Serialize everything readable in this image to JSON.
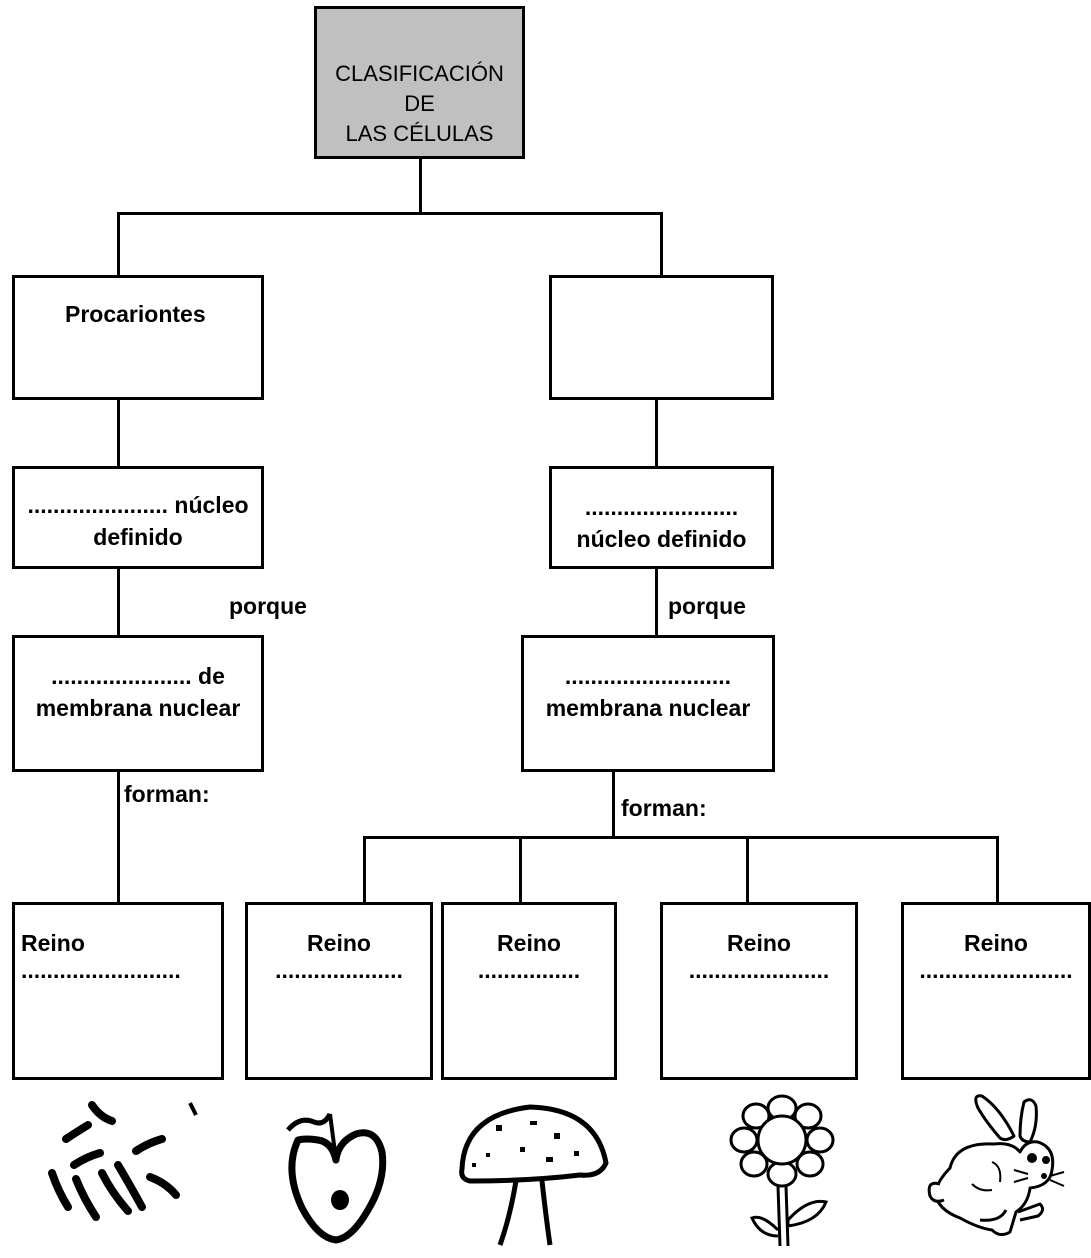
{
  "title": {
    "line1": "CLASIFICACIÓN DE",
    "line2": "LAS CÉLULAS",
    "fill": "#c0c0c0"
  },
  "left_branch": {
    "type_label": "Procariontes",
    "nucleus_line1": "...................... núcleo",
    "nucleus_line2": "definido",
    "membrane_line1": "...................... de",
    "membrane_line2": "membrana nuclear"
  },
  "right_branch": {
    "type_label": "",
    "nucleus_line1": "........................",
    "nucleus_line2": "núcleo definido",
    "membrane_line1": "..........................",
    "membrane_line2": "membrana nuclear"
  },
  "connectors": {
    "porque": "porque",
    "forman": "forman:"
  },
  "kingdoms": [
    {
      "label": "Reino",
      "blank": ".........................",
      "icon": "bacteria-icon"
    },
    {
      "label": "Reino",
      "blank": "....................",
      "icon": "protist-icon"
    },
    {
      "label": "Reino",
      "blank": "................",
      "icon": "mushroom-icon"
    },
    {
      "label": "Reino",
      "blank": "......................",
      "icon": "flower-icon"
    },
    {
      "label": "Reino",
      "blank": "........................",
      "icon": "rabbit-icon"
    }
  ]
}
